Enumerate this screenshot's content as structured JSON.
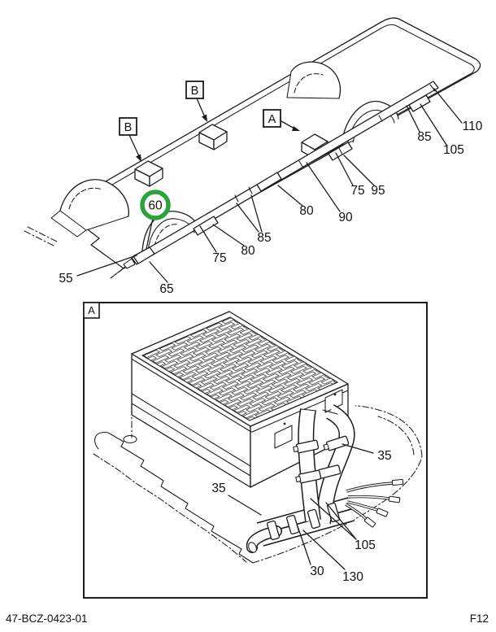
{
  "figure": {
    "footer_left": "47-BCZ-0423-01",
    "footer_right": "F12"
  },
  "colors": {
    "line": "#1c1c1c",
    "highlight_green": "#2aa33c"
  },
  "overview": {
    "ref_labels": {
      "b_left": "B",
      "b_mid": "B",
      "a": "A"
    },
    "callouts": {
      "c55": "55",
      "c60": "60",
      "c65": "65",
      "c75l": "75",
      "c80l": "80",
      "c85l": "85",
      "c80m": "80",
      "c90": "90",
      "c75r": "75",
      "c95": "95",
      "c85r": "85",
      "c105": "105",
      "c110": "110"
    }
  },
  "detail": {
    "frame_label": "A",
    "callouts": {
      "c35r": "35",
      "c35l": "35",
      "c105": "105",
      "c30": "30",
      "c130": "130"
    }
  }
}
